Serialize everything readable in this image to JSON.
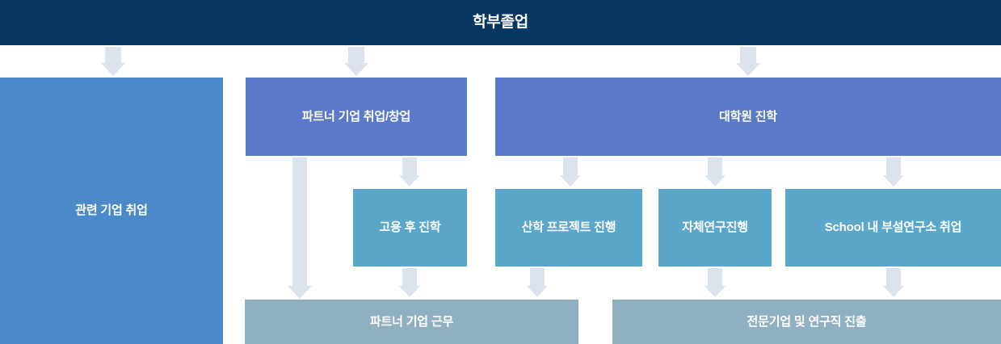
{
  "diagram": {
    "title": "학부졸업",
    "colors": {
      "header": "#0a3761",
      "primary": "#4a8ac9",
      "option": "#5a79c9",
      "detail": "#5ba7c9",
      "outcome": "#8eb0c1",
      "arrow": "#dce3ec",
      "text": "#ffffff",
      "background": "#ffffff"
    },
    "header": {
      "label": "학부졸업"
    },
    "level1": [
      {
        "id": "related-employment",
        "label": "관련 기업 취업"
      },
      {
        "id": "partner-employment",
        "label": "파트너 기업 취업/창업"
      },
      {
        "id": "graduate-school",
        "label": "대학원 진학"
      }
    ],
    "level2": [
      {
        "id": "study-after-hire",
        "label": "고용 후 진학"
      },
      {
        "id": "industry-project",
        "label": "산학 프로젝트 진행"
      },
      {
        "id": "own-research",
        "label": "자체연구진행"
      },
      {
        "id": "school-institute",
        "label": "School 내 부설연구소 취업"
      }
    ],
    "level3": [
      {
        "id": "partner-work",
        "label": "파트너 기업 근무"
      },
      {
        "id": "specialist-research",
        "label": "전문기업 및 연구직 진출"
      }
    ],
    "arrows": [
      {
        "id": "arrow-header-to-related",
        "name": "down-arrow-icon"
      },
      {
        "id": "arrow-header-to-partner",
        "name": "down-arrow-icon"
      },
      {
        "id": "arrow-header-to-graduate",
        "name": "down-arrow-icon"
      },
      {
        "id": "arrow-partner-to-study",
        "name": "down-arrow-icon"
      },
      {
        "id": "arrow-partner-to-work",
        "name": "long-down-arrow-icon"
      },
      {
        "id": "arrow-graduate-to-project",
        "name": "down-arrow-icon"
      },
      {
        "id": "arrow-graduate-to-research",
        "name": "down-arrow-icon"
      },
      {
        "id": "arrow-graduate-to-institute",
        "name": "down-arrow-icon"
      },
      {
        "id": "arrow-study-to-work",
        "name": "down-arrow-icon"
      },
      {
        "id": "arrow-project-to-specialist",
        "name": "down-arrow-icon"
      },
      {
        "id": "arrow-research-to-specialist",
        "name": "down-arrow-icon"
      },
      {
        "id": "arrow-institute-to-specialist",
        "name": "down-arrow-icon"
      }
    ]
  }
}
